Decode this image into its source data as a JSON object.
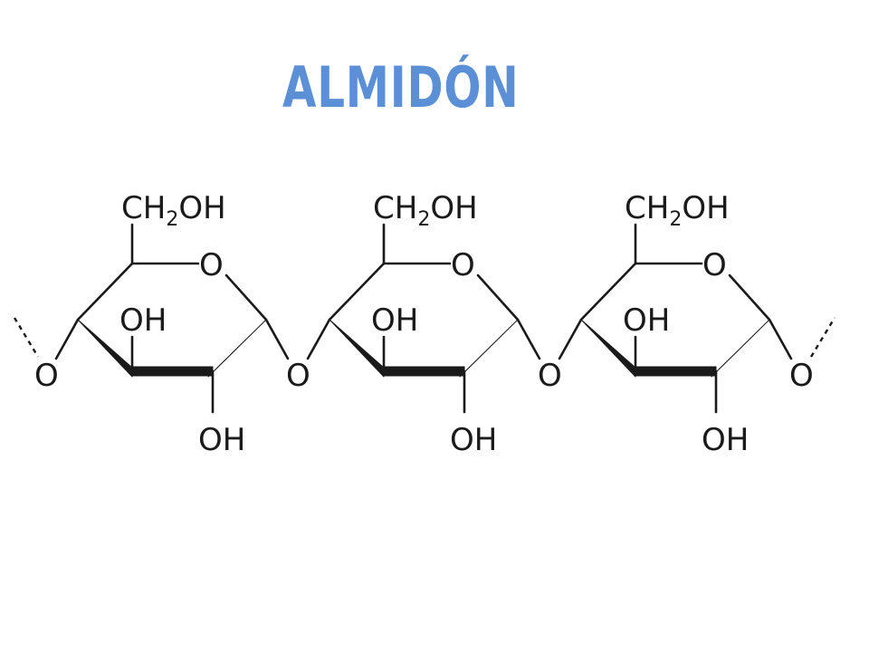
{
  "title": "ALMIDÓN",
  "title_color": "#5b8fd6",
  "structure": {
    "units": [
      {
        "group_top_prefix": "CH",
        "group_top_sub": "2",
        "group_top_suffix": "OH",
        "ring_oxygen": "O",
        "hydroxyl_inner": "OH",
        "hydroxyl_bottom": "OH"
      },
      {
        "group_top_prefix": "CH",
        "group_top_sub": "2",
        "group_top_suffix": "OH",
        "ring_oxygen": "O",
        "hydroxyl_inner": "OH",
        "hydroxyl_bottom": "OH"
      },
      {
        "group_top_prefix": "CH",
        "group_top_sub": "2",
        "group_top_suffix": "OH",
        "ring_oxygen": "O",
        "hydroxyl_inner": "OH",
        "hydroxyl_bottom": "OH"
      }
    ],
    "linkages": [
      "O",
      "O",
      "O",
      "O"
    ]
  }
}
